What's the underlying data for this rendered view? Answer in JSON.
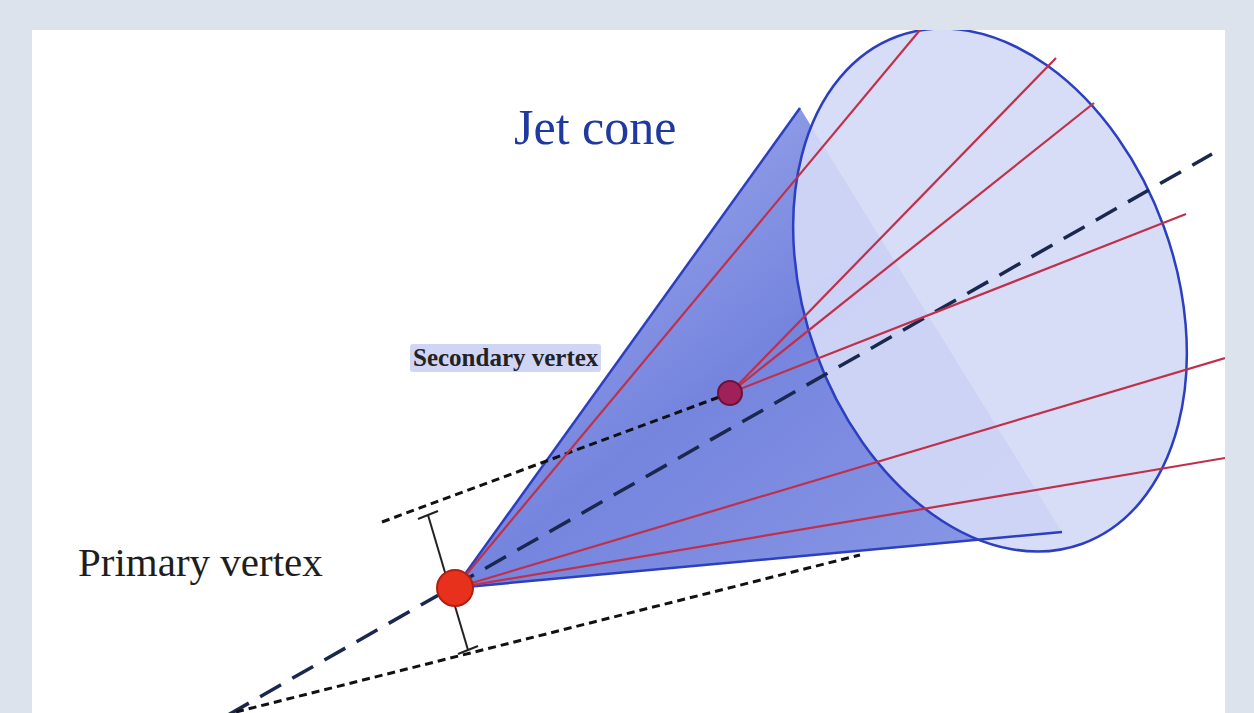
{
  "diagram": {
    "labels": [
      "Jet cone",
      "Secondary vertex",
      "Primary vertex"
    ]
  }
}
